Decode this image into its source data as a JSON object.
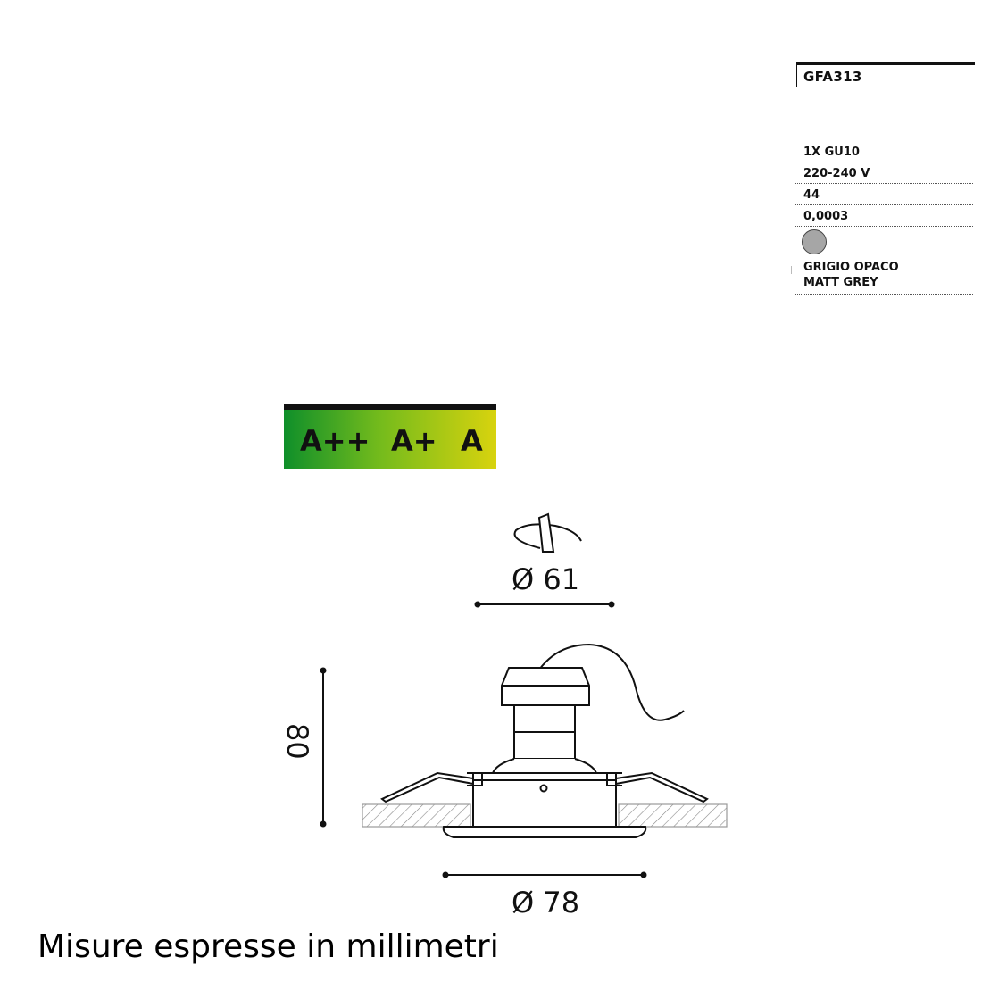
{
  "spec": {
    "code": "GFA313",
    "lamp": "1X GU10",
    "voltage": "220-240 V",
    "ip": "44",
    "value": "0,0003",
    "finish_it": "GRIGIO OPACO",
    "finish_en": "MATT GREY",
    "swatch_color": "#a6a6a6"
  },
  "energy": {
    "classes": [
      "A++",
      "A+",
      "A"
    ]
  },
  "dimensions": {
    "hole_diameter": "Ø 61",
    "outer_diameter": "Ø 78",
    "height": "80"
  },
  "footer": "Misure espresse in millimetri"
}
